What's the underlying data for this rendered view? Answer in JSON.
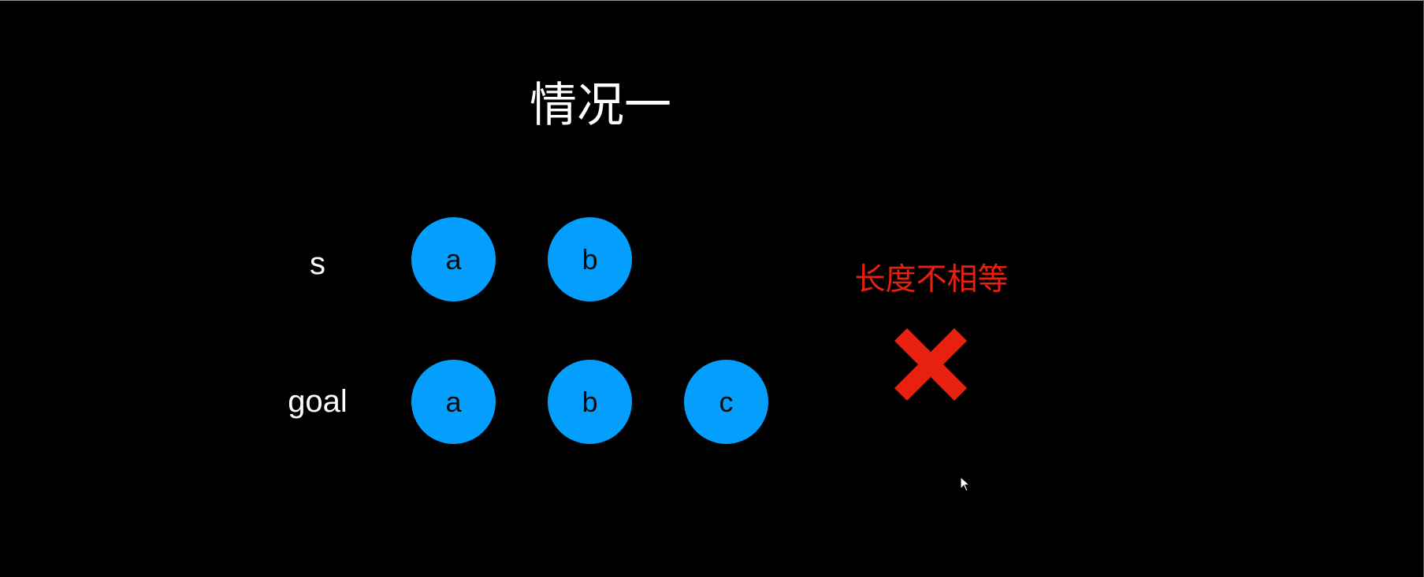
{
  "slide": {
    "title": "情况一",
    "rows": [
      {
        "label": "s",
        "nodes": [
          "a",
          "b"
        ]
      },
      {
        "label": "goal",
        "nodes": [
          "a",
          "b",
          "c"
        ]
      }
    ],
    "verdict": {
      "message": "长度不相等",
      "icon": "cross-icon"
    }
  },
  "colors": {
    "background": "#000000",
    "node_fill": "#049ffd",
    "node_text": "#0a0a0a",
    "label_text": "#ffffff",
    "verdict": "#e8200f"
  }
}
